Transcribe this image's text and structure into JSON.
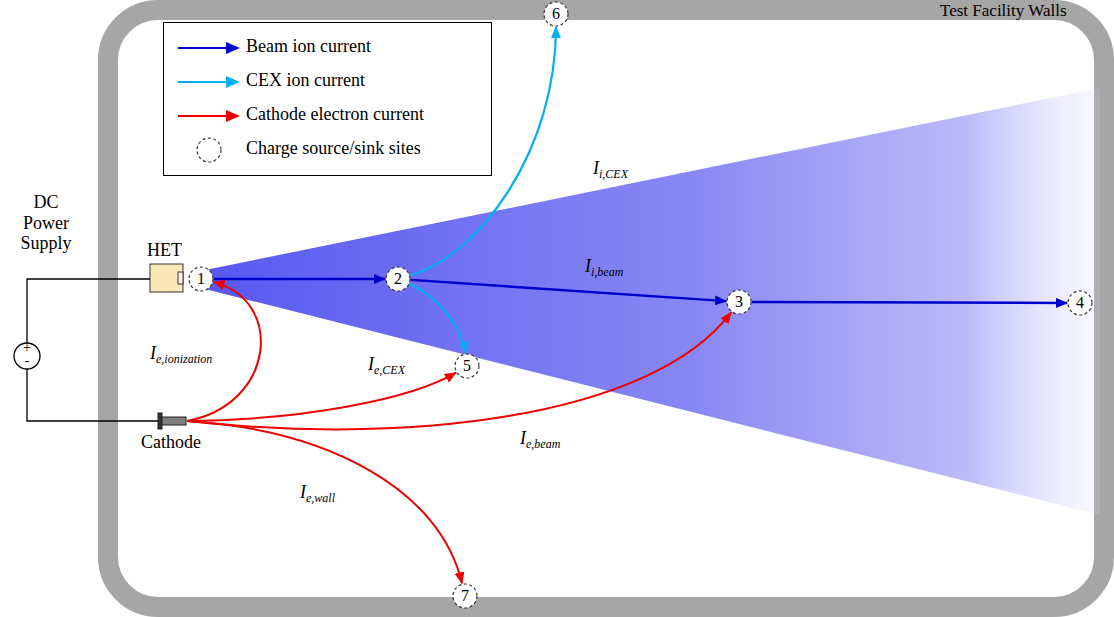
{
  "diagram": {
    "nodes": [
      {
        "text": [
          "Test Facility Walls"
        ]
      },
      {
        "text": [
          "HET"
        ],
        "in": 0
      },
      {
        "text": [
          "Cathode"
        ],
        "in": 0
      },
      {
        "text": [
          "1"
        ],
        "in": 0
      },
      {
        "text": [
          "2"
        ],
        "in": 0
      },
      {
        "text": [
          "3"
        ],
        "in": 0
      },
      {
        "text": [
          "4"
        ],
        "in": 0
      },
      {
        "text": [
          "5"
        ],
        "in": 0
      },
      {
        "text": [
          "6"
        ],
        "in": 0
      },
      {
        "text": [
          "7"
        ],
        "in": 0
      }
    ],
    "edges": [
      {
        "from": 3,
        "to": 4,
        "arrow": "to"
      },
      {
        "from": 4,
        "to": 5,
        "label": "Ii,beam",
        "arrow": "to"
      },
      {
        "from": 5,
        "to": 6,
        "arrow": "to"
      },
      {
        "from": 4,
        "to": 8,
        "label": "Ii,CEX",
        "arrow": "to"
      },
      {
        "from": 4,
        "to": 7,
        "arrow": "to"
      },
      {
        "from": 2,
        "to": 3,
        "label": "Ie,ionization",
        "arrow": "to"
      },
      {
        "from": 2,
        "to": 7,
        "label": "Ie,CEX",
        "arrow": "to"
      },
      {
        "from": 2,
        "to": 5,
        "label": "Ie,beam",
        "arrow": "to"
      },
      {
        "from": 2,
        "to": 9,
        "label": "Ie,wall",
        "arrow": "to"
      }
    ],
    "labels": [
      "DC Power Supply",
      "+",
      "-"
    ],
    "legend": [
      {
        "text": "Beam ion current"
      },
      {
        "text": "CEX ion current"
      },
      {
        "text": "Cathode electron current"
      },
      {
        "text": "Charge source/sink sites"
      }
    ]
  }
}
